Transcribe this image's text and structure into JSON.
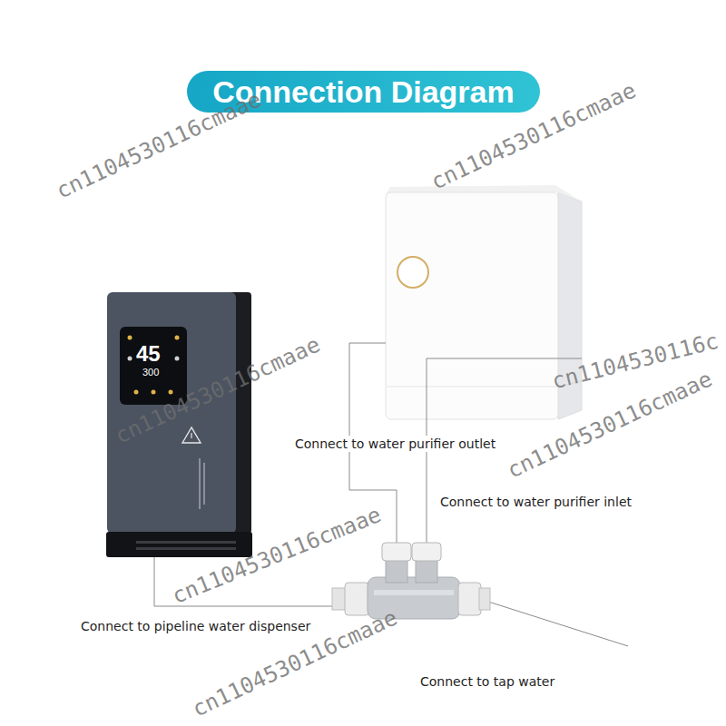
{
  "diagram": {
    "title": "Connection Diagram",
    "labels": [
      "cn1104530116cmaae",
      "cn1104530116cmaae",
      "45",
      "300",
      "cn1104530116cmaae",
      "cn1104530116c",
      "Connect to water purifier outlet",
      "cn1104530116cmaae",
      "Connect to water purifier inlet",
      "cn1104530116cmaae",
      "Connect to pipeline water dispenser",
      "cn1104530116cmaae",
      "Connect to tap water"
    ]
  }
}
